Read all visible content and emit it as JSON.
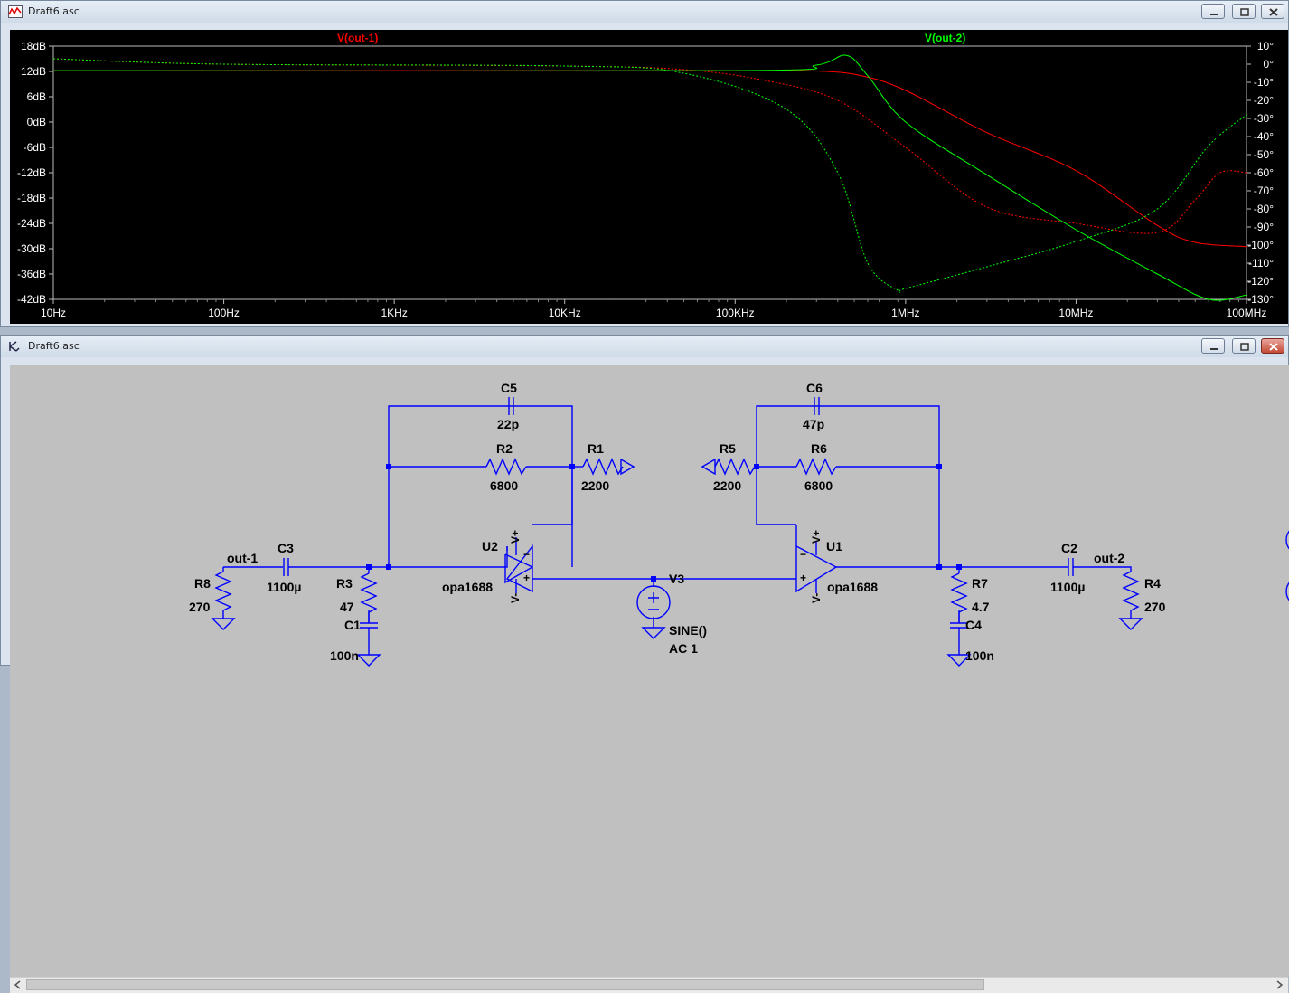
{
  "plot_window": {
    "title": "Draft6.asc",
    "trace1_label": "V(out-1)",
    "trace2_label": "V(out-2)",
    "trace1_color": "#ff0000",
    "trace2_color": "#00ff00",
    "db_ticks": [
      "18dB",
      "12dB",
      "6dB",
      "0dB",
      "-6dB",
      "-12dB",
      "-18dB",
      "-24dB",
      "-30dB",
      "-36dB",
      "-42dB"
    ],
    "phase_ticks": [
      "10°",
      "0°",
      "-10°",
      "-20°",
      "-30°",
      "-40°",
      "-50°",
      "-60°",
      "-70°",
      "-80°",
      "-90°",
      "-100°",
      "-110°",
      "-120°",
      "-130°"
    ],
    "freq_ticks": [
      "10Hz",
      "100Hz",
      "1KHz",
      "10KHz",
      "100KHz",
      "1MHz",
      "10MHz",
      "100MHz"
    ]
  },
  "chart_data": {
    "type": "line",
    "x_scale": "log",
    "x_range": [
      "10Hz",
      "100MHz"
    ],
    "y_left_range_db": [
      -42,
      18
    ],
    "y_right_range_deg": [
      -130,
      10
    ],
    "series": [
      {
        "name": "V(out-1)",
        "kind": "magnitude",
        "color": "#ff0000",
        "style": "solid",
        "points": [
          [
            "10Hz",
            12.2
          ],
          [
            "1KHz",
            12.2
          ],
          [
            "100KHz",
            12.2
          ],
          [
            "300KHz",
            12.1
          ],
          [
            "550KHz",
            11.0
          ],
          [
            "1MHz",
            7.5
          ],
          [
            "3MHz",
            -2.5
          ],
          [
            "10MHz",
            -11.5
          ],
          [
            "30MHz",
            -24.5
          ],
          [
            "50MHz",
            -28.5
          ],
          [
            "100MHz",
            -29.5
          ]
        ]
      },
      {
        "name": "V(out-1)",
        "kind": "phase",
        "color": "#ff0000",
        "style": "dashed",
        "points": [
          [
            "10Hz",
            3
          ],
          [
            "100Hz",
            0
          ],
          [
            "10KHz",
            -1
          ],
          [
            "50KHz",
            -3
          ],
          [
            "150KHz",
            -9
          ],
          [
            "400KHz",
            -20
          ],
          [
            "1MHz",
            -46
          ],
          [
            "3MHz",
            -79
          ],
          [
            "10MHz",
            -88
          ],
          [
            "30MHz",
            -93
          ],
          [
            "50MHz",
            -75
          ],
          [
            "70MHz",
            -60
          ],
          [
            "100MHz",
            -60
          ]
        ]
      },
      {
        "name": "V(out-2)",
        "kind": "magnitude",
        "color": "#00ff00",
        "style": "solid",
        "points": [
          [
            "10Hz",
            12.2
          ],
          [
            "100KHz",
            12.2
          ],
          [
            "300KHz",
            13.5
          ],
          [
            "450KHz",
            15.8
          ],
          [
            "600KHz",
            11.0
          ],
          [
            "1MHz",
            0.0
          ],
          [
            "3MHz",
            -12.5
          ],
          [
            "10MHz",
            -25.5
          ],
          [
            "30MHz",
            -36.0
          ],
          [
            "60MHz",
            -42.0
          ],
          [
            "100MHz",
            -41.0
          ]
        ]
      },
      {
        "name": "V(out-2)",
        "kind": "phase",
        "color": "#00ff00",
        "style": "dashed",
        "points": [
          [
            "10Hz",
            3
          ],
          [
            "100Hz",
            0
          ],
          [
            "10KHz",
            -1
          ],
          [
            "50KHz",
            -5
          ],
          [
            "200KHz",
            -25
          ],
          [
            "400KHz",
            -60
          ],
          [
            "600KHz",
            -110
          ],
          [
            "900KHz",
            -125
          ],
          [
            "1MHz",
            -124
          ],
          [
            "3MHz",
            -112
          ],
          [
            "10MHz",
            -98
          ],
          [
            "30MHz",
            -80
          ],
          [
            "60MHz",
            -45
          ],
          [
            "100MHz",
            -28
          ]
        ]
      }
    ]
  },
  "schematic_window": {
    "title": "Draft6.asc",
    "labels": {
      "C5": "C5",
      "C5_val": "22p",
      "R2": "R2",
      "R2_val": "6800",
      "R1": "R1",
      "R1_val": "2200",
      "C6": "C6",
      "C6_val": "47p",
      "R5": "R5",
      "R5_val": "2200",
      "R6": "R6",
      "R6_val": "6800",
      "U2": "U2",
      "U2_model": "opa1688",
      "U1": "U1",
      "U1_model": "opa1688",
      "out1": "out-1",
      "C3": "C3",
      "C3_val": "1100µ",
      "R8": "R8",
      "R8_val": "270",
      "R3": "R3",
      "R3_val": "47",
      "C1": "C1",
      "C1_val": "100n",
      "V3": "V3",
      "V3_val1": "SINE()",
      "V3_val2": "AC 1",
      "R7": "R7",
      "R7_val": "4.7",
      "C4": "C4",
      "C4_val": "100n",
      "C2": "C2",
      "C2_val": "1100µ",
      "out2": "out-2",
      "R4": "R4",
      "R4_val": "270",
      "vplus": "V+",
      "vminus": "V-",
      "minus": "−",
      "plus": "+"
    }
  }
}
